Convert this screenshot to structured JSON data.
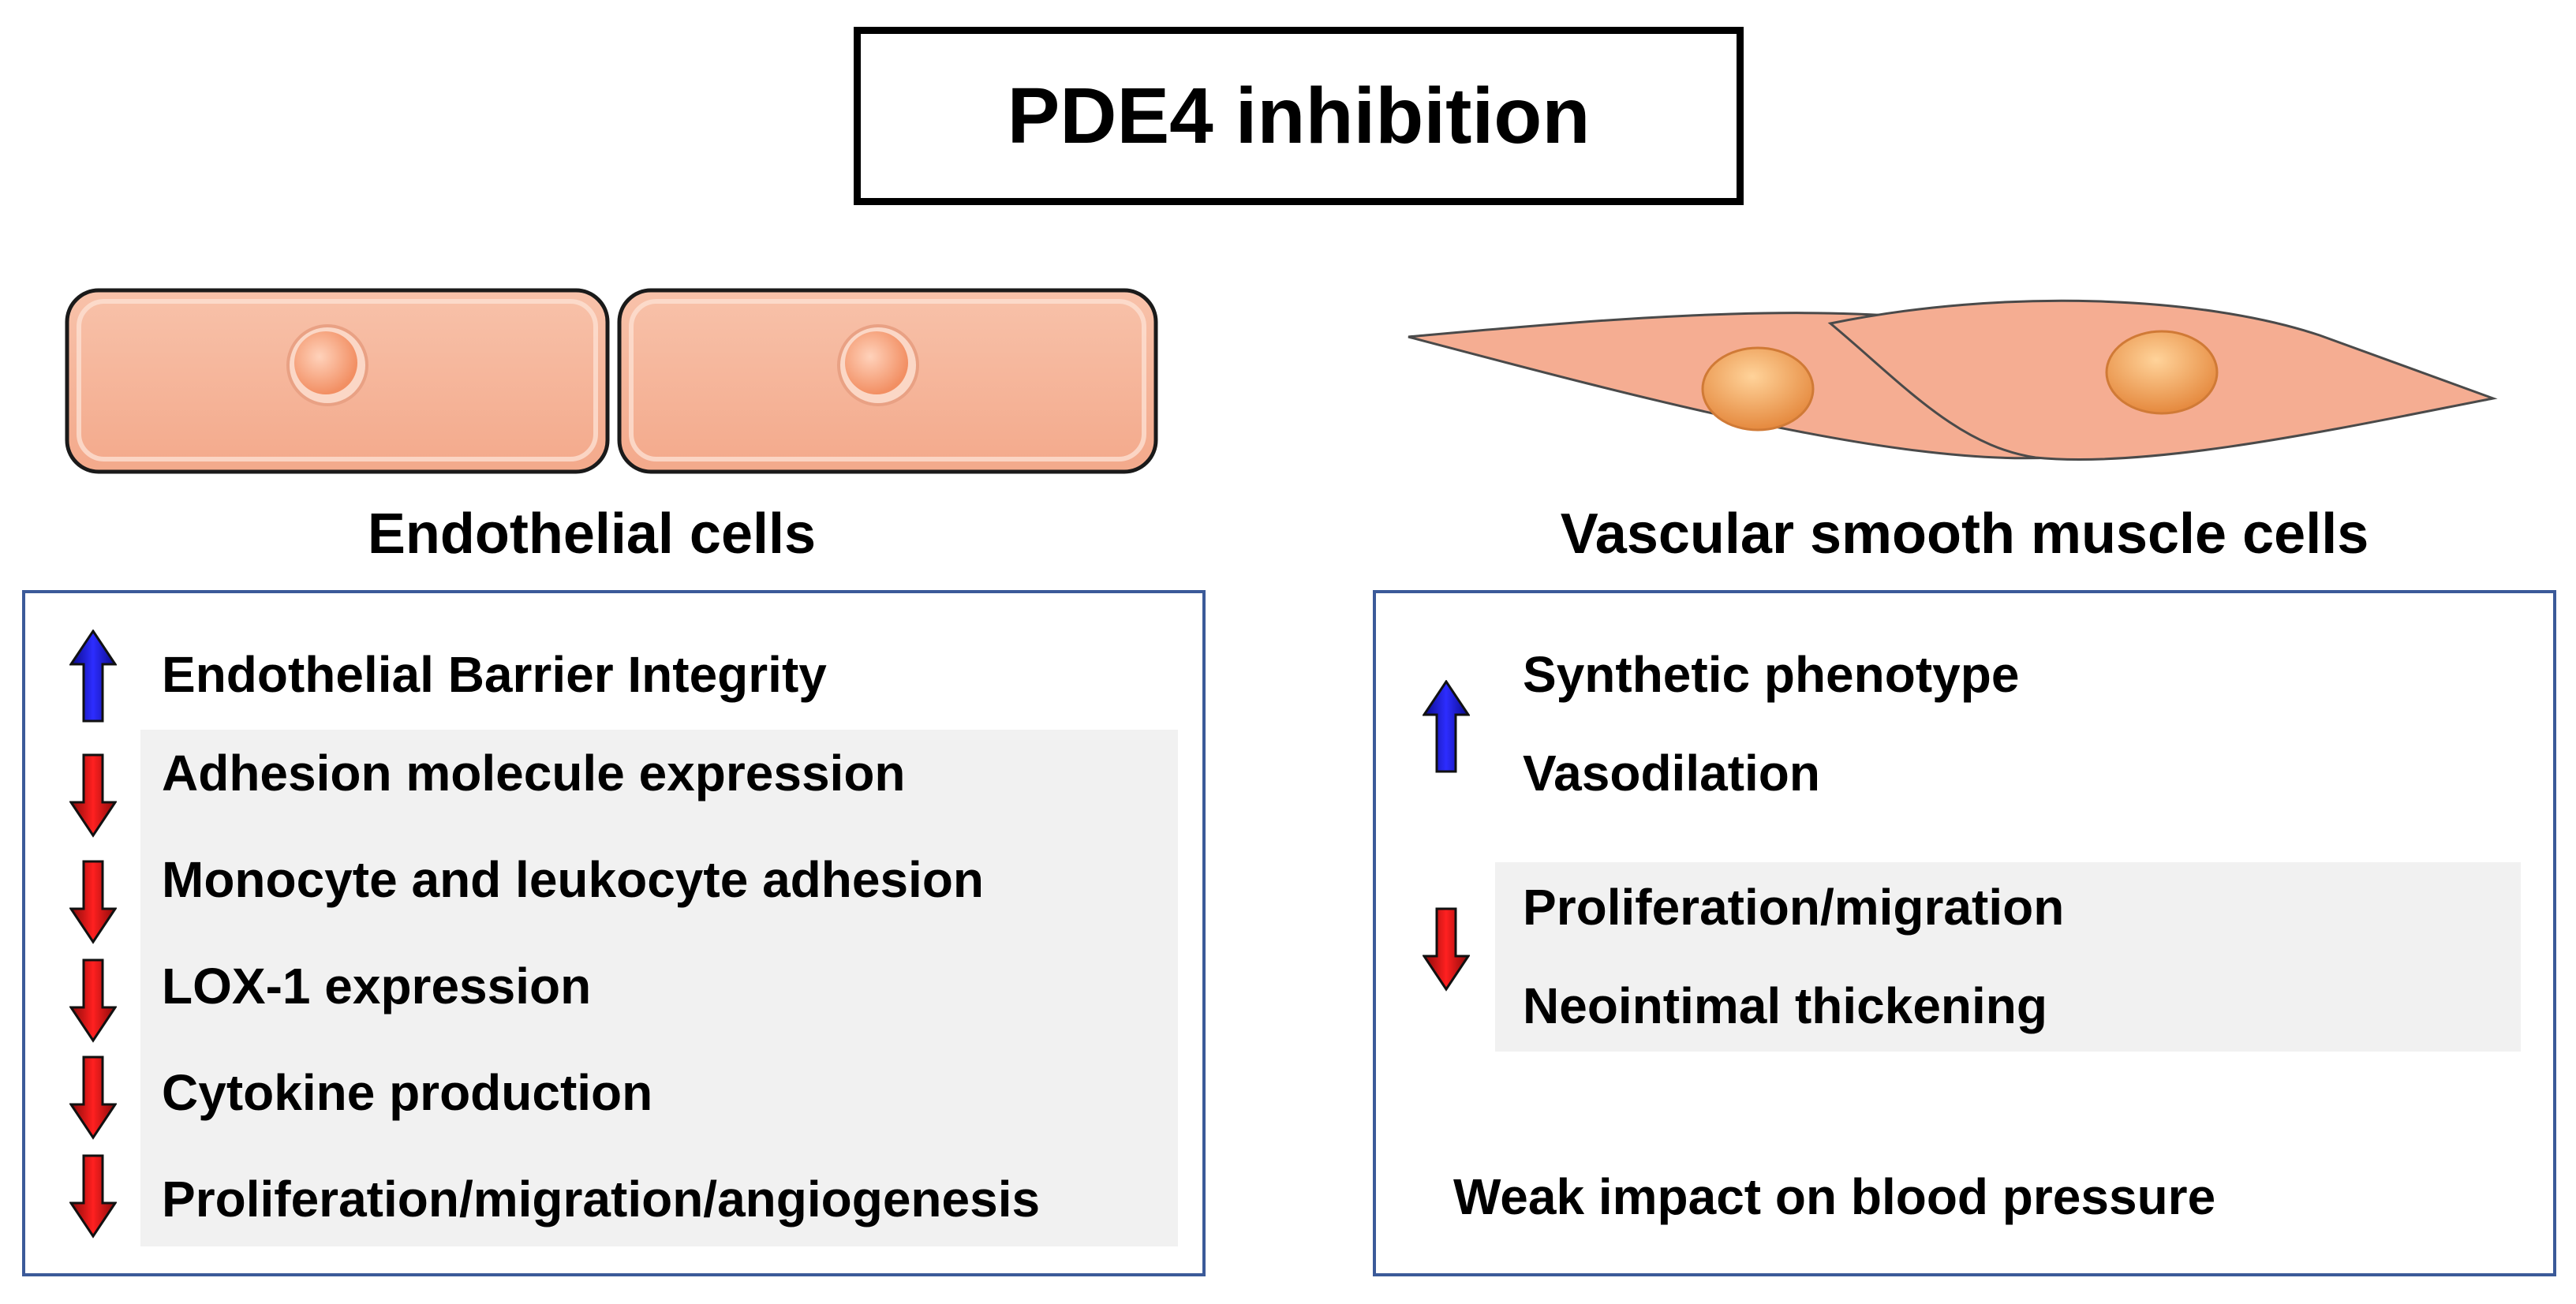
{
  "title": "PDE4 inhibition",
  "endothelial": {
    "label": "Endothelial cells",
    "increased": [
      "Endothelial Barrier Integrity"
    ],
    "decreased": [
      "Adhesion molecule expression",
      "Monocyte and leukocyte adhesion",
      "LOX-1 expression",
      "Cytokine production",
      "Proliferation/migration/angiogenesis"
    ]
  },
  "smooth_muscle": {
    "label": "Vascular smooth muscle cells",
    "increased": [
      "Synthetic phenotype",
      "Vasodilation"
    ],
    "decreased": [
      "Proliferation/migration",
      "Neointimal thickening"
    ],
    "note": "Weak impact on blood pressure"
  },
  "colors": {
    "up_arrow": "#1a1adb",
    "down_arrow": "#e01010",
    "cell_fill": "#f6b49a",
    "nucleus": "#f09a6e",
    "panel_border": "#3b5a99"
  }
}
